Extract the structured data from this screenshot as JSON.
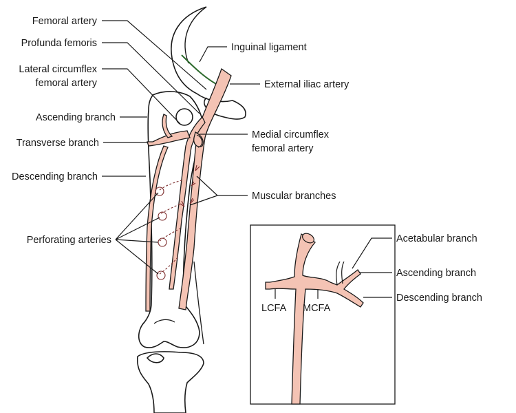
{
  "labels": {
    "femoral_artery": "Femoral artery",
    "profunda_femoris": "Profunda femoris",
    "lateral_circumflex_1": "Lateral circumflex",
    "lateral_circumflex_2": "femoral artery",
    "ascending_branch": "Ascending branch",
    "transverse_branch": "Transverse branch",
    "descending_branch": "Descending branch",
    "perforating_arteries": "Perforating arteries",
    "inguinal_ligament": "Inguinal ligament",
    "external_iliac_artery": "External iliac artery",
    "medial_circumflex_1": "Medial circumflex",
    "medial_circumflex_2": "femoral artery",
    "muscular_branches": "Muscular branches"
  },
  "inset": {
    "acetabular_branch": "Acetabular branch",
    "ascending_branch": "Ascending branch",
    "descending_branch": "Descending branch",
    "lcfa": "LCFA",
    "mcfa": "MCFA"
  },
  "colors": {
    "artery_fill": "#f4c3b4",
    "outline": "#1a1a1a",
    "ligament": "#2e6b2e",
    "perforator": "#7a2a2a"
  }
}
